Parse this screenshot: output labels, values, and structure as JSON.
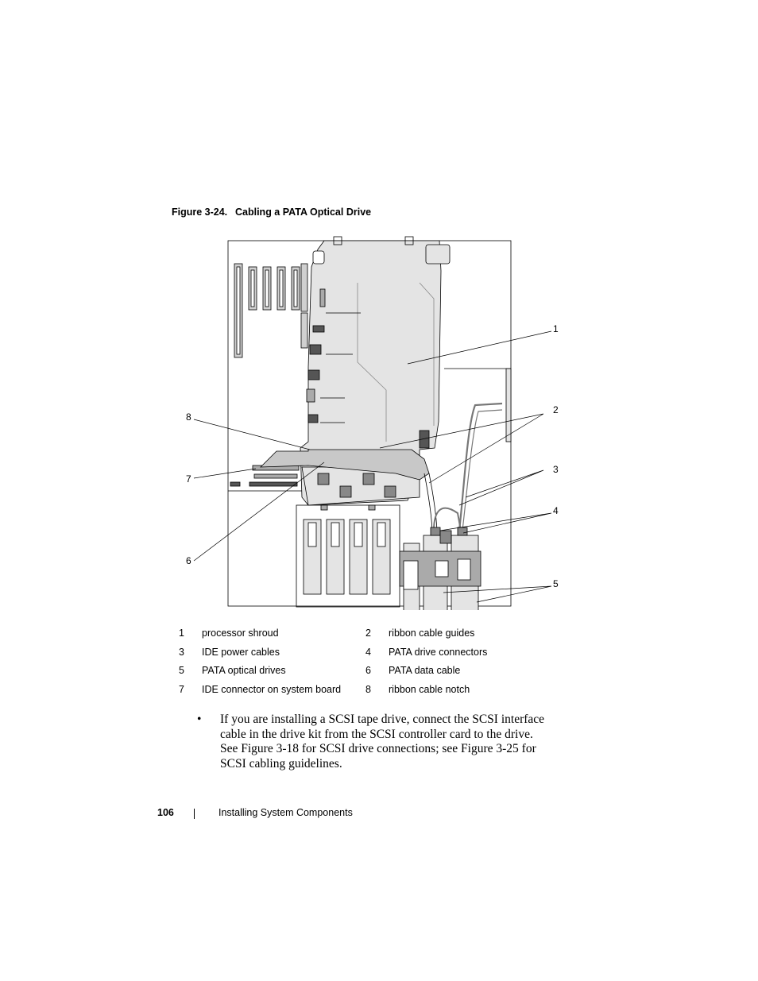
{
  "figure": {
    "number": "Figure 3-24.",
    "title": "Cabling a PATA Optical Drive",
    "callout_labels": [
      "1",
      "2",
      "3",
      "4",
      "5",
      "6",
      "7",
      "8"
    ]
  },
  "callouts": [
    {
      "num": "1",
      "text": "processor shroud"
    },
    {
      "num": "2",
      "text": "ribbon cable guides"
    },
    {
      "num": "3",
      "text": "IDE power cables"
    },
    {
      "num": "4",
      "text": "PATA drive connectors"
    },
    {
      "num": "5",
      "text": "PATA optical drives"
    },
    {
      "num": "6",
      "text": "PATA data cable"
    },
    {
      "num": "7",
      "text": "IDE connector on system board"
    },
    {
      "num": "8",
      "text": "ribbon cable notch"
    }
  ],
  "bullet": {
    "symbol": "•",
    "text": "If you are installing a SCSI tape drive, connect the SCSI interface cable in the drive kit from the SCSI controller card to the drive. See Figure 3-18 for SCSI drive connections; see Figure 3-25 for SCSI cabling guidelines."
  },
  "footer": {
    "page_number": "106",
    "section": "Installing System Components"
  }
}
